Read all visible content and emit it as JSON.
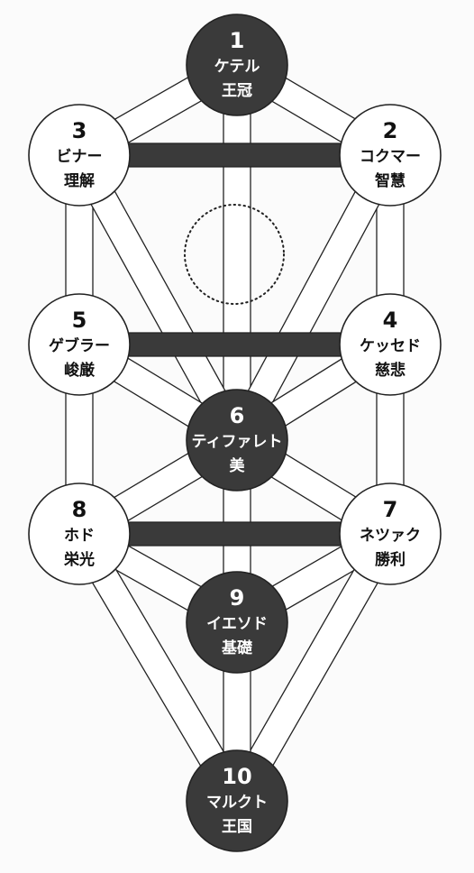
{
  "colors": {
    "dark_node": "#3a3a3a",
    "light_node": "#ffffff",
    "stroke": "#222222",
    "path_fill": "#ffffff",
    "bar_fill": "#3a3a3a",
    "dark_text": "#ffffff",
    "light_text": "#111111"
  },
  "sephirot": [
    {
      "id": 1,
      "number": "1",
      "name": "ケテル",
      "meaning": "王冠",
      "style": "dark"
    },
    {
      "id": 2,
      "number": "2",
      "name": "コクマー",
      "meaning": "智慧",
      "style": "light"
    },
    {
      "id": 3,
      "number": "3",
      "name": "ビナー",
      "meaning": "理解",
      "style": "light"
    },
    {
      "id": 4,
      "number": "4",
      "name": "ケッセド",
      "meaning": "慈悲",
      "style": "light"
    },
    {
      "id": 5,
      "number": "5",
      "name": "ゲブラー",
      "meaning": "峻厳",
      "style": "light"
    },
    {
      "id": 6,
      "number": "6",
      "name": "ティファレト",
      "meaning": "美",
      "style": "dark"
    },
    {
      "id": 7,
      "number": "7",
      "name": "ネツァク",
      "meaning": "勝利",
      "style": "light"
    },
    {
      "id": 8,
      "number": "8",
      "name": "ホド",
      "meaning": "栄光",
      "style": "light"
    },
    {
      "id": 9,
      "number": "9",
      "name": "イエソド",
      "meaning": "基礎",
      "style": "dark"
    },
    {
      "id": 10,
      "number": "10",
      "name": "マルクト",
      "meaning": "王国",
      "style": "dark"
    }
  ],
  "paths": [
    [
      1,
      2
    ],
    [
      1,
      3
    ],
    [
      1,
      6
    ],
    [
      2,
      4
    ],
    [
      2,
      6
    ],
    [
      3,
      5
    ],
    [
      3,
      6
    ],
    [
      4,
      6
    ],
    [
      4,
      7
    ],
    [
      5,
      6
    ],
    [
      5,
      8
    ],
    [
      6,
      7
    ],
    [
      6,
      8
    ],
    [
      6,
      9
    ],
    [
      7,
      9
    ],
    [
      7,
      10
    ],
    [
      8,
      9
    ],
    [
      8,
      10
    ],
    [
      9,
      10
    ]
  ],
  "bars": [
    [
      3,
      2
    ],
    [
      5,
      4
    ],
    [
      8,
      7
    ]
  ],
  "daat": {
    "style": "dotted"
  }
}
